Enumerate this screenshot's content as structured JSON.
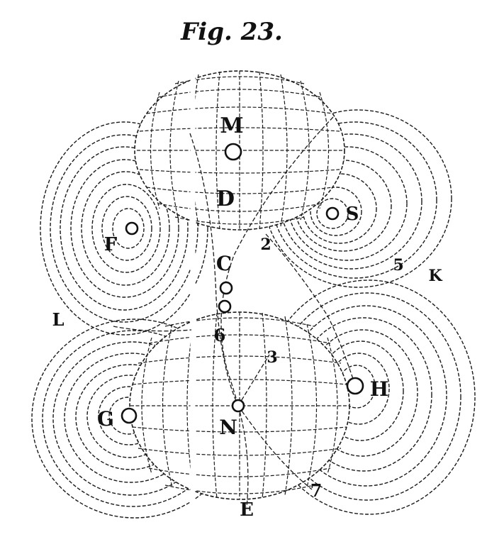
{
  "figure": {
    "title": "Fig. 23.",
    "labels": {
      "M": "M",
      "D": "D",
      "C": "C",
      "S": "S",
      "F": "F",
      "L": "L",
      "K": "K",
      "G": "G",
      "H": "H",
      "N": "N",
      "E": "E",
      "n2": "2",
      "n3": "3",
      "n5": "5",
      "n6": "6",
      "n7": "7"
    }
  }
}
